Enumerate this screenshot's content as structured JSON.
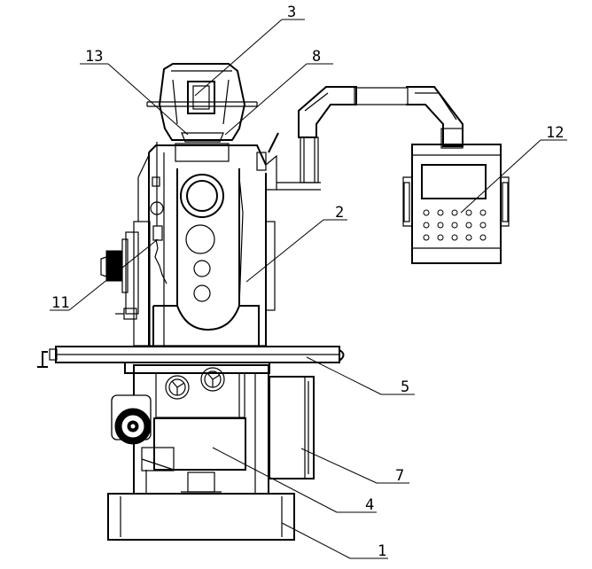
{
  "callouts": [
    {
      "id": "c1",
      "label": "1"
    },
    {
      "id": "c2",
      "label": "2"
    },
    {
      "id": "c3",
      "label": "3"
    },
    {
      "id": "c4",
      "label": "4"
    },
    {
      "id": "c5",
      "label": "5"
    },
    {
      "id": "c7",
      "label": "7"
    },
    {
      "id": "c8",
      "label": "8"
    },
    {
      "id": "c11",
      "label": "11"
    },
    {
      "id": "c12",
      "label": "12"
    },
    {
      "id": "c13",
      "label": "13"
    }
  ]
}
